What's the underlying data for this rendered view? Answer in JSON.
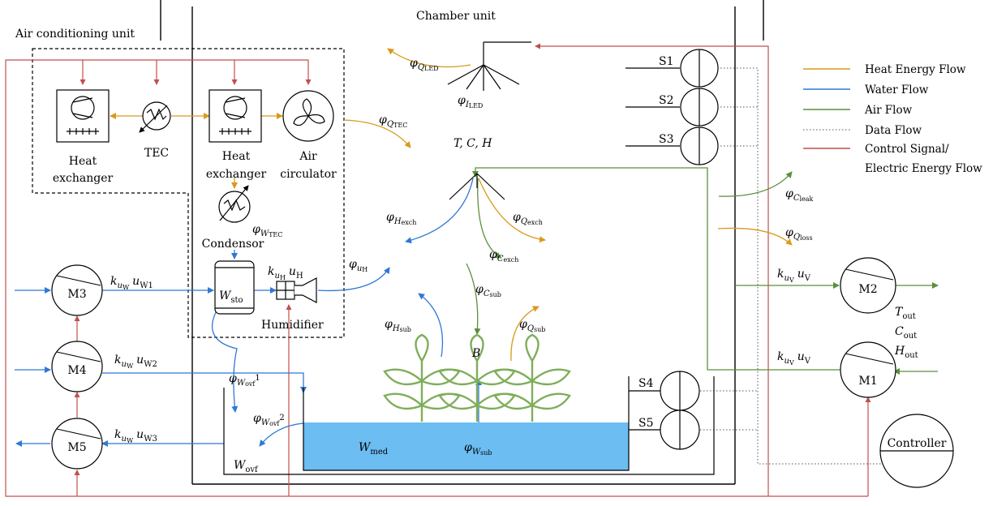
{
  "colors": {
    "heat": "#d99a1c",
    "water": "#2f78d6",
    "air": "#5a8f3c",
    "data": "#555555",
    "control": "#c0504d",
    "media": "#6bbdf2",
    "plant": "#7fae5a"
  },
  "titles": {
    "chamber": "Chamber unit",
    "air_conditioning": "Air conditioning unit"
  },
  "components": {
    "heat_exchanger_1": [
      "Heat",
      "exchanger"
    ],
    "tec": "TEC",
    "heat_exchanger_2": [
      "Heat",
      "exchanger"
    ],
    "air_circulator": [
      "Air",
      "circulator"
    ],
    "condensor": "Condensor",
    "humidifier": "Humidifier",
    "controller": "Controller",
    "storage_main": "W",
    "storage_sub": "sto",
    "medium_main": "W",
    "medium_sub": "med",
    "overflow_main": "W",
    "overflow_sub": "ovf",
    "biomass": "B",
    "state_vars": "T, C, H"
  },
  "motors": [
    "M1",
    "M2",
    "M3",
    "M4",
    "M5"
  ],
  "sensors": [
    "S1",
    "S2",
    "S3",
    "S4",
    "S5"
  ],
  "flows": {
    "q_led": {
      "main": "φ",
      "sub": "Q",
      "subsub": "LED"
    },
    "i_led": {
      "main": "φ",
      "sub": "I",
      "subsub": "LED"
    },
    "q_tec": {
      "main": "φ",
      "sub": "Q",
      "subsub": "TEC"
    },
    "w_tec": {
      "main": "φ",
      "sub": "W",
      "subsub": "TEC"
    },
    "h_exch": {
      "main": "φ",
      "sub": "H",
      "subsub": "exch"
    },
    "q_exch": {
      "main": "φ",
      "sub": "Q",
      "subsub": "exch"
    },
    "c_exch": {
      "main": "φ",
      "sub": "C",
      "subsub": "exch"
    },
    "c_sub": {
      "main": "φ",
      "sub": "C",
      "subsub": "sub"
    },
    "h_sub": {
      "main": "φ",
      "sub": "H",
      "subsub": "sub"
    },
    "q_sub": {
      "main": "φ",
      "sub": "Q",
      "subsub": "sub"
    },
    "w_sub": {
      "main": "φ",
      "sub": "W",
      "subsub": "sub"
    },
    "u_h": {
      "main": "φ",
      "sub": "u",
      "subsub": "H"
    },
    "c_leak": {
      "main": "φ",
      "sub": "C",
      "subsub": "leak"
    },
    "q_loss": {
      "main": "φ",
      "sub": "Q",
      "subsub": "loss"
    },
    "w_ovf1": {
      "main": "φ",
      "sub": "W",
      "subsub": "ovf",
      "suffix": "1"
    },
    "w_ovf2": {
      "main": "φ",
      "sub": "W",
      "subsub": "ovf",
      "suffix": "2"
    }
  },
  "inputs": {
    "k_uh_uh": {
      "k": "k",
      "ksub": "u",
      "ksubsub": "H",
      "u": "u",
      "usub": "H"
    },
    "k_uw_w1": {
      "k": "k",
      "ksub": "u",
      "ksubsub": "W",
      "u": "u",
      "usub": "W1"
    },
    "k_uw_w2": {
      "k": "k",
      "ksub": "u",
      "ksubsub": "W",
      "u": "u",
      "usub": "W2"
    },
    "k_uw_w3": {
      "k": "k",
      "ksub": "u",
      "ksubsub": "W",
      "u": "u",
      "usub": "W3"
    },
    "k_uv_top": {
      "k": "k",
      "ksub": "u",
      "ksubsub": "V",
      "u": "u",
      "usub": "V"
    },
    "k_uv_bottom": {
      "k": "k",
      "ksub": "u",
      "ksubsub": "V",
      "u": "u",
      "usub": "V"
    }
  },
  "outputs": {
    "t_out": {
      "main": "T",
      "sub": "out"
    },
    "c_out": {
      "main": "C",
      "sub": "out"
    },
    "h_out": {
      "main": "H",
      "sub": "out"
    }
  },
  "legend": [
    {
      "label": "Heat Energy Flow",
      "color": "#d99a1c",
      "style": "solid"
    },
    {
      "label": "Water Flow",
      "color": "#2f78d6",
      "style": "solid"
    },
    {
      "label": "Air Flow",
      "color": "#5a8f3c",
      "style": "solid"
    },
    {
      "label": "Data Flow",
      "color": "#555555",
      "style": "dotted"
    },
    {
      "label": "Control Signal/",
      "color": "#c0504d",
      "style": "solid"
    },
    {
      "label": "Electric Energy Flow",
      "color": "",
      "style": "none"
    }
  ]
}
